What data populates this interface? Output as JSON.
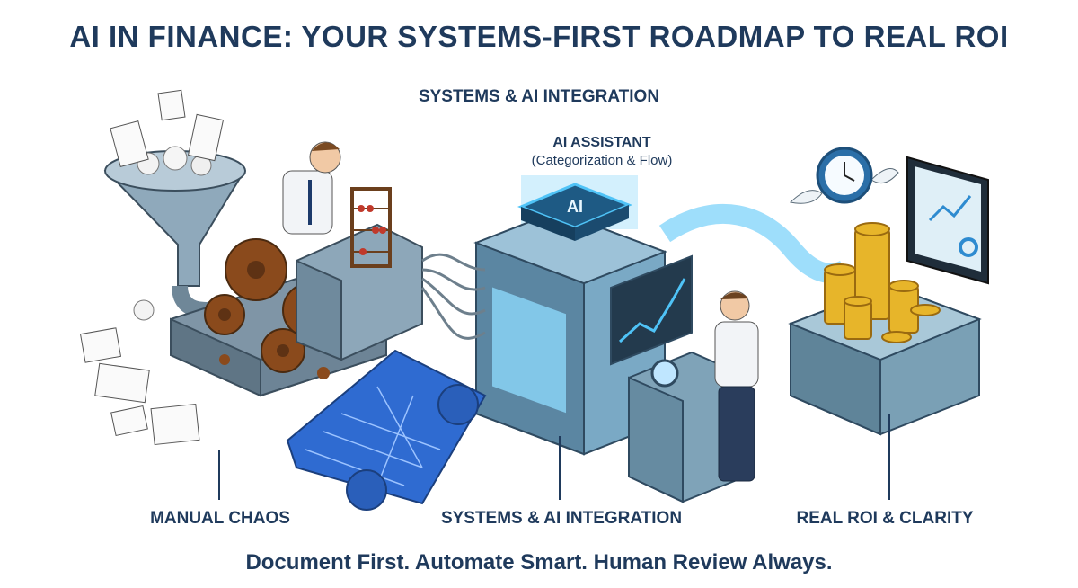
{
  "title": "AI IN FINANCE: YOUR SYSTEMS-FIRST ROADMAP TO REAL ROI",
  "subtitle": "SYSTEMS & AI INTEGRATION",
  "ai_assistant": {
    "title": "AI ASSISTANT",
    "subtitle": "(Categorization & Flow)",
    "chip_label": "AI"
  },
  "stages": [
    {
      "label": "MANUAL CHAOS"
    },
    {
      "label": "SYSTEMS & AI INTEGRATION"
    },
    {
      "label": "REAL ROI & CLARITY"
    }
  ],
  "footer": "Document First. Automate Smart. Human Review Always.",
  "colors": {
    "heading": "#1f3a5c",
    "rust": "#8a4a1c",
    "machine_blue": "#6d9bb8",
    "glow": "#4fc3f7",
    "coin_gold": "#e7b52a"
  }
}
